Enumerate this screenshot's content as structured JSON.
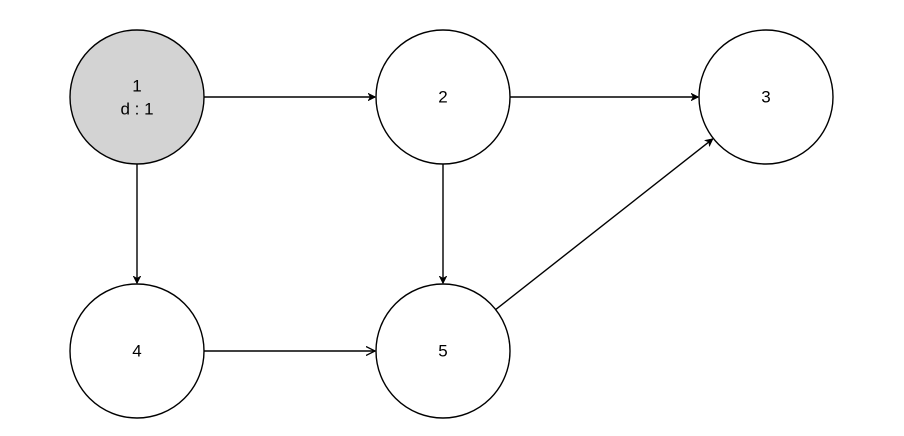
{
  "diagram": {
    "type": "directed-graph",
    "colors": {
      "stroke": "#000000",
      "default_fill": "#ffffff",
      "highlight_fill": "#d3d3d3",
      "background": "#ffffff"
    },
    "nodes": [
      {
        "id": "1",
        "label": "1",
        "sublabel": "d : 1",
        "highlighted": true
      },
      {
        "id": "2",
        "label": "2",
        "sublabel": "",
        "highlighted": false
      },
      {
        "id": "3",
        "label": "3",
        "sublabel": "",
        "highlighted": false
      },
      {
        "id": "4",
        "label": "4",
        "sublabel": "",
        "highlighted": false
      },
      {
        "id": "5",
        "label": "5",
        "sublabel": "",
        "highlighted": false
      }
    ],
    "edges": [
      {
        "from": "1",
        "to": "2",
        "arrowhead": "filled"
      },
      {
        "from": "2",
        "to": "3",
        "arrowhead": "filled"
      },
      {
        "from": "1",
        "to": "4",
        "arrowhead": "filled"
      },
      {
        "from": "2",
        "to": "5",
        "arrowhead": "filled"
      },
      {
        "from": "4",
        "to": "5",
        "arrowhead": "open"
      },
      {
        "from": "5",
        "to": "3",
        "arrowhead": "filled"
      }
    ]
  }
}
